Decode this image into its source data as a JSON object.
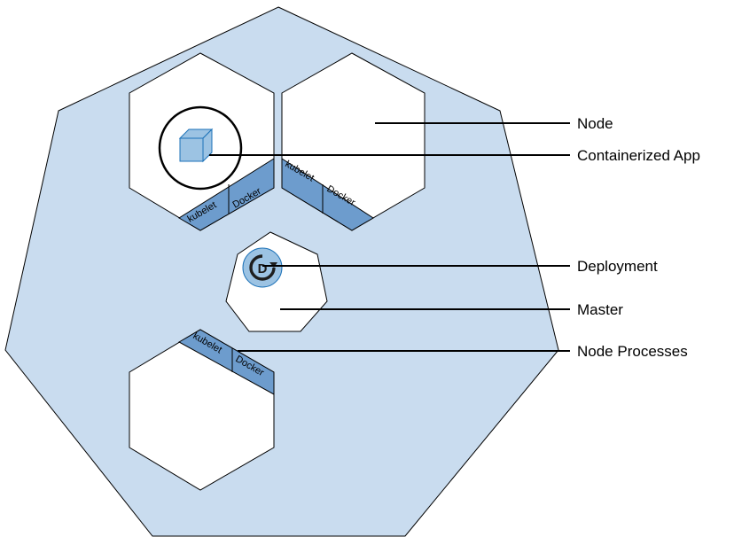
{
  "colors": {
    "cluster_fill": "#c9dcef",
    "node_fill": "#ffffff",
    "band_fill": "#6d9ccd",
    "app_cube_fill": "#9cc3e3",
    "app_cube_stroke": "#1d72b8",
    "deployment_fill": "#9cc3e3",
    "outline": "#000000"
  },
  "labels": {
    "node": "Node",
    "containerized_app": "Containerized App",
    "deployment": "Deployment",
    "master": "Master",
    "node_processes": "Node Processes"
  },
  "node_processes": {
    "kubelet": "kubelet",
    "docker": "Docker"
  },
  "icons": {
    "app": "cube-icon",
    "deployment": "deployment-icon"
  },
  "deployment_icon_letter": "D"
}
